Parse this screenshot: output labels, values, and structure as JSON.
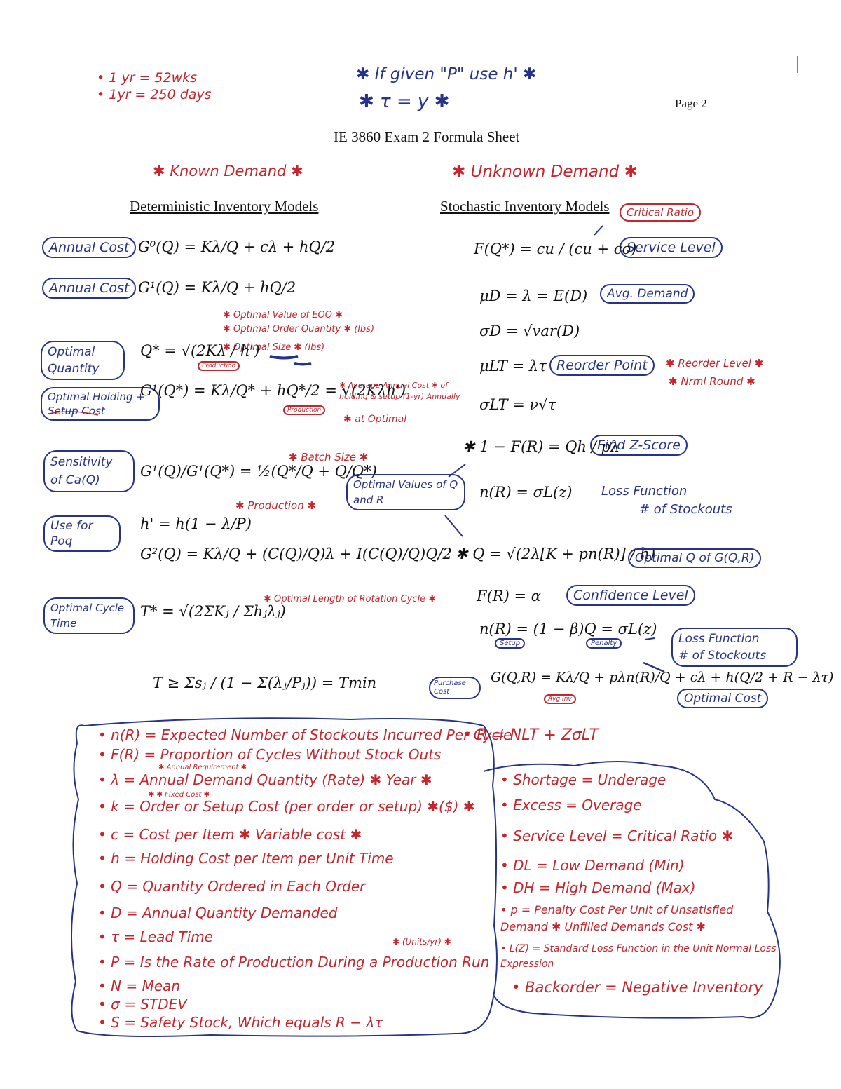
{
  "header_notes": {
    "week_line": "• 1 yr = 52wks",
    "day_line": "• 1yr = 250 days",
    "p_note": "✱ If given \"P\" use h' ✱",
    "tau_note": "✱ τ = y ✱",
    "page_number": "Page 2",
    "title": "IE 3860 Exam 2 Formula Sheet"
  },
  "left": {
    "known_demand": "✱ Known Demand ✱",
    "section_title": "Deterministic Inventory Models",
    "annual_cost_1_label": "Annual Cost",
    "g0_formula": "G⁰(Q) = Kλ/Q + cλ + hQ/2",
    "annual_cost_2_label": "Annual Cost",
    "g1_formula": "G¹(Q) = Kλ/Q + hQ/2",
    "eoq_note_1": "✱ Optimal Value of EOQ ✱",
    "eoq_note_2": "✱ Optimal Order Quantity ✱ (lbs)",
    "eoq_note_3": "✱ Optimal Size ✱ (lbs)",
    "optimal_quantity_label": "Optimal Quantity",
    "q_star_formula": "Q* = √(2Kλ / h')",
    "production_tag_1": "Production",
    "optimal_cost_label": "Optimal Holding + Setup Cost",
    "g1_star_formula": "G¹(Q*) = Kλ/Q* + hQ*/2 = √(2Kλh')",
    "avg_cost_note": "✱ Average Annual Cost ✱ of holding & setup (1-yr) Annually",
    "production_tag_2": "Production",
    "at_optimal": "✱ at Optimal",
    "sensitivity_label": "Sensitivity of Ca(Q)",
    "sensitivity_formula": "G¹(Q)/G¹(Q*) = ½(Q*/Q + Q/Q*)",
    "batch_size_note": "✱ Batch Size ✱",
    "use_for_poq_label": "Use for Poq",
    "h_prime_formula": "h' = h(1 − λ/P)",
    "production_note": "✱ Production ✱",
    "g2_formula": "G²(Q) = Kλ/Q + (C(Q)/Q)λ + I(C(Q)/Q)Q/2",
    "optimal_cycle_label": "Optimal Cycle Time",
    "t_star_formula": "T* = √(2ΣKⱼ / Σhⱼλⱼ)",
    "rotation_note": "✱ Optimal Length of Rotation Cycle ✱",
    "t_min_formula": "T ≥ Σsⱼ / (1 − Σ(λⱼ/Pⱼ)) = Tmin"
  },
  "right": {
    "unknown_demand": "✱ Unknown Demand ✱",
    "section_title": "Stochastic Inventory Models",
    "critical_ratio": "Critical Ratio",
    "service_level": "Service Level",
    "fq_formula": "F(Q*) = cu / (cu + co)",
    "mu_d_formula": "μD = λ = E(D)",
    "avg_demand": "Avg. Demand",
    "sigma_d_formula": "σD = √var(D)",
    "mu_lt_formula": "μLT = λτ",
    "reorder_point": "Reorder Point",
    "reorder_level_note": "✱ Reorder Level ✱",
    "normal_round_note": "✱ Nrml Round ✱",
    "sigma_lt_formula": "σLT = ν√τ",
    "one_minus_fr_formula": "✱ 1 − F(R) = Qh / pλ",
    "find_z": "Find Z-Score",
    "optimal_values": "Optimal Values of Q and R",
    "nr_formula": "n(R) = σL(z)",
    "loss_function_1": "Loss Function",
    "stockouts_1": "# of Stockouts",
    "q_formula": "✱ Q = √(2λ[K + pn(R)] / h)",
    "optimal_q_of_g": "Optimal Q of G(Q,R)",
    "fr_alpha_formula": "F(R) = α",
    "confidence_level": "Confidence Level",
    "nr_beta_formula": "n(R) = (1 − β)Q = σL(z)",
    "setup_tag": "Setup",
    "penalty_tag": "Penalty",
    "loss_function_2": "Loss Function",
    "stockouts_2": "# of Stockouts",
    "gqr_formula": "G(Q,R) = Kλ/Q + pλn(R)/Q + cλ + h(Q/2 + R − λτ)",
    "purchase_cost_tag": "Purchase Cost",
    "avg_inv_tag": "Avg Inv",
    "optimal_cost": "Optimal Cost",
    "r_formula": "• R = NLT + ZσLT"
  },
  "definitions_left": [
    "• n(R) = Expected Number of Stockouts Incurred Per Cycle",
    "• F(R) = Proportion of Cycles Without Stock Outs",
    "• λ = Annual Demand Quantity (Rate) ✱ Year ✱",
    "• k = Order or Setup Cost (per order or setup) ✱($) ✱",
    "• c = Cost per Item ✱ Variable cost ✱",
    "• h = Holding Cost per Item per Unit Time",
    "• Q = Quantity Ordered in Each Order",
    "• D = Annual Quantity Demanded",
    "• τ = Lead Time",
    "• P = Is the Rate of Production During a Production Run",
    "• N = Mean",
    "• σ = STDEV",
    "• S = Safety Stock, Which equals R − λτ"
  ],
  "definitions_left_notes": {
    "annual_requirement": "✱ Annual Requirement ✱",
    "fixed_cost": "✱ ✱ Fixed Cost ✱",
    "units_per_yr": "✱ (Units/yr) ✱"
  },
  "definitions_right": [
    "• Shortage = Underage",
    "• Excess = Overage",
    "• Service Level = Critical Ratio ✱",
    "• DL = Low Demand (Min)",
    "• DH = High Demand (Max)",
    "• p = Penalty Cost Per Unit of Unsatisfied Demand ✱ Unfilled Demands Cost ✱",
    "• L(Z) = Standard Loss Function in the Unit Normal Loss Expression",
    "• Backorder = Negative Inventory"
  ]
}
